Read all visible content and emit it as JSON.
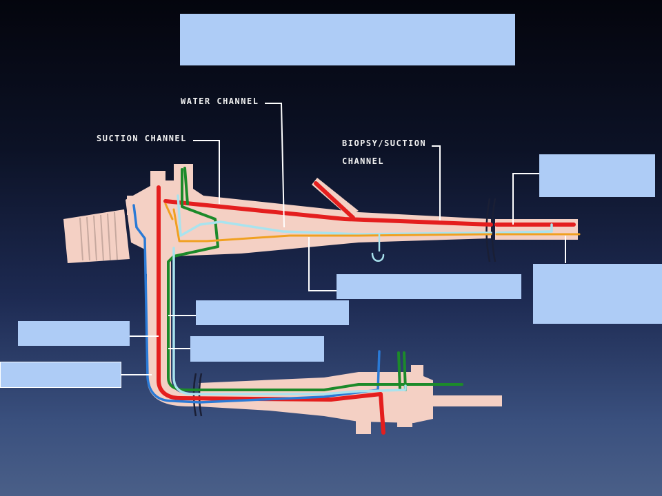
{
  "labels": {
    "water_channel": "WATER CHANNEL",
    "suction_channel": "SUCTION CHANNEL",
    "biopsy_line1": "BIOPSY/SUCTION",
    "biopsy_line2": "CHANNEL"
  },
  "colors": {
    "body": "#f4d0c4",
    "suction": "#e41e1e",
    "water": "#a9e3ee",
    "air": "#1c8a2a",
    "biopsy": "#e41e1e",
    "light": "#f0a020",
    "blue": "#2a7ad6",
    "label_box": "#aeccf6",
    "leader": "#ffffff"
  }
}
